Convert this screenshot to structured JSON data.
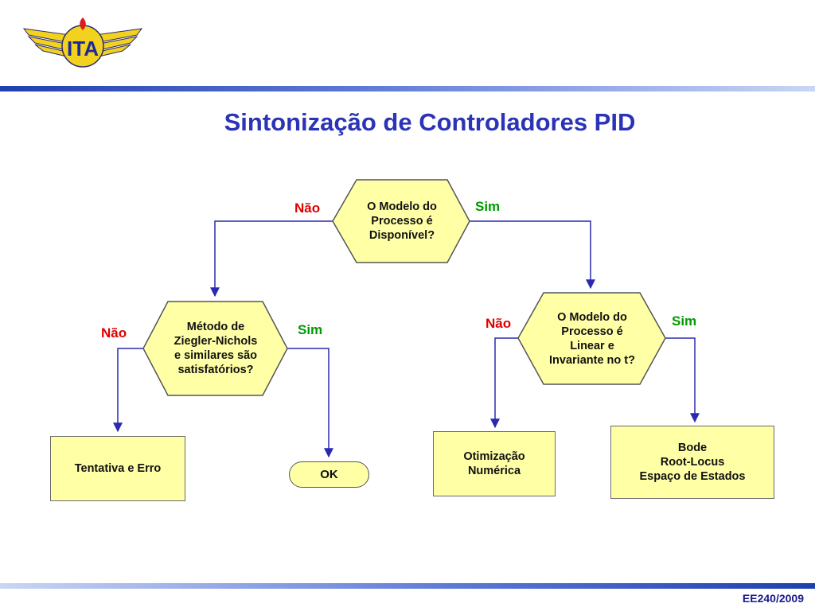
{
  "title": "Sintonização de Controladores PID",
  "footer": "EE240/2009",
  "logo": {
    "icon": "ita-winged-logo",
    "text": "ITA"
  },
  "nodes": {
    "q1": "O Modelo do\nProcesso é\nDisponível?",
    "q2": "Método de\nZiegler-Nichols\ne similares são\nsatisfatórios?",
    "q3": "O Modelo do\nProcesso é\nLinear e\nInvariante no t?",
    "tentativa": "Tentativa e Erro",
    "ok": "OK",
    "otimizacao": "Otimização\nNumérica",
    "bode": "Bode\nRoot-Locus\nEspaço de Estados"
  },
  "labels": {
    "no": "Não",
    "yes": "Sim"
  },
  "colors": {
    "title": "#2b33b6",
    "no": "#e00000",
    "yes": "#009a00",
    "box_fill": "#ffffa6",
    "arrow": "#2a2ab0"
  }
}
